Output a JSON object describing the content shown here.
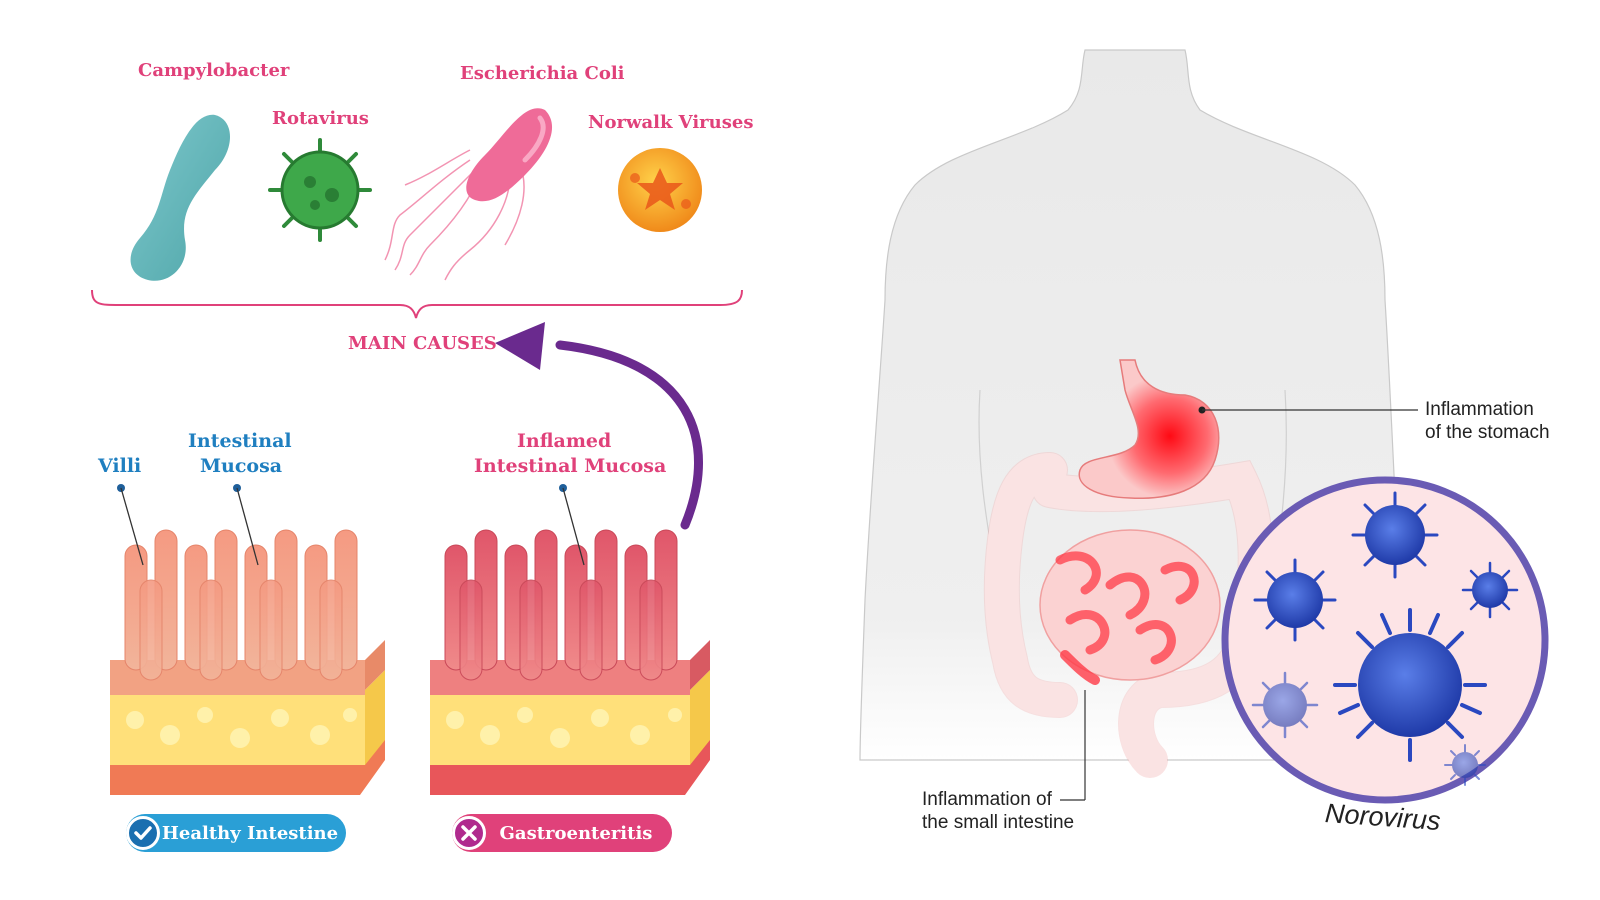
{
  "causes": {
    "campylobacter": "Campylobacter",
    "rotavirus": "Rotavirus",
    "ecoli": "Escherichia Coli",
    "norwalk": "Norwalk Viruses",
    "main_causes": "MAIN CAUSES"
  },
  "intestine": {
    "villi": "Villi",
    "intestinal_mucosa_1": "Intestinal",
    "intestinal_mucosa_2": "Mucosa",
    "inflamed_1": "Inflamed",
    "inflamed_2": "Intestinal Mucosa",
    "healthy_badge": "Healthy Intestine",
    "gastro_badge": "Gastroenteritis"
  },
  "body": {
    "stomach_1": "Inflammation",
    "stomach_2": "of the stomach",
    "small_intestine_1": "Inflammation of",
    "small_intestine_2": "the small intestine",
    "norovirus": "Norovirus"
  },
  "colors": {
    "pink_label": "#e0417a",
    "blue_label": "#1f7fc0",
    "arrow": "#6a2a8e",
    "healthy_badge": "#2a9fd6",
    "gastro_badge": "#e0417a"
  }
}
